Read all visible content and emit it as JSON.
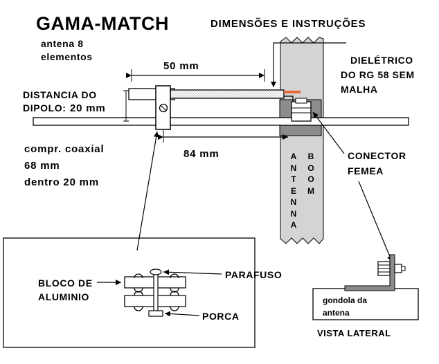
{
  "diagram": {
    "title": "GAMA-MATCH",
    "header": "DIMENSÕES E INSTRUÇÕES",
    "subtitle_line1": "antena 8",
    "subtitle_line2": "elementos",
    "dim_rod_length": "50 mm",
    "dipole_distance_line1": "DISTANCIA DO",
    "dipole_distance_line2": "DIPOLO:",
    "dipole_distance_value": "20 mm",
    "dim_84": "84 mm",
    "coax_line1": "compr. coaxial",
    "coax_line2": "68 mm",
    "coax_line3": "dentro 20 mm",
    "dielectric_line1": "DIELÉTRICO",
    "dielectric_line2": "DO RG 58 SEM",
    "dielectric_line3": "MALHA",
    "connector_line1": "CONECTOR",
    "connector_line2": "FEMEA",
    "boom_word1": "ANTENNA",
    "boom_word2": "BOOM",
    "detail_screw": "PARAFUSO",
    "detail_block_line1": "BLOCO DE",
    "detail_block_line2": "ALUMINIO",
    "detail_nut": "PORCA",
    "side_box_line1": "gondola da",
    "side_box_line2": "antena",
    "side_view": "VISTA LATERAL"
  },
  "colors": {
    "line": "#000000",
    "boom_fill": "#d4d4d4",
    "boom_dark": "#8c8c8c",
    "dielectric": "#e8663a",
    "tube_dots": "#9a9a9a"
  }
}
